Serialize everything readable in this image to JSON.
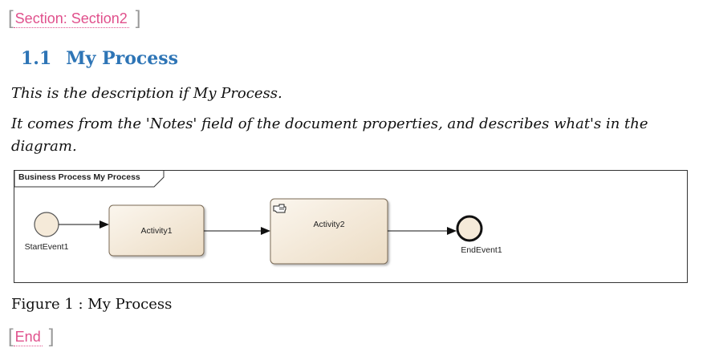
{
  "section_start": {
    "bracket_left": "[",
    "label": "Section: Section2",
    "bracket_right": "]"
  },
  "heading": {
    "number": "1.1",
    "title": "My Process"
  },
  "paragraphs": [
    "This is the description if My Process.",
    "It comes from the 'Notes' field of the document properties, and describes what's in the diagram."
  ],
  "diagram": {
    "frame_title": "Business Process My Process",
    "start_event": "StartEvent1",
    "activity1": "Activity1",
    "activity2": "Activity2",
    "end_event": "EndEvent1",
    "icon": "hand-icon"
  },
  "caption": "Figure 1 : My Process",
  "section_end": {
    "bracket_left": "[",
    "label": "End",
    "bracket_right": "]"
  },
  "colors": {
    "field_text": "#e0508c",
    "heading": "#2e75b6",
    "activity_fill": "#f5ead9",
    "activity_border": "#7a6a55"
  }
}
